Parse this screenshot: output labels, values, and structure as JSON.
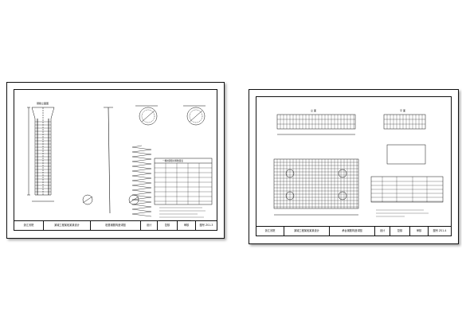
{
  "left_sheet": {
    "title_block": {
      "company": "浙江省院",
      "project": "某城工程某段某某设计",
      "drawing_title": "桩基钢筋构造详图",
      "design": "设计",
      "check": "复核",
      "review": "审核",
      "drawing_no": "图号 ZS1-3"
    },
    "notes": [
      "1.",
      "2.",
      "3.",
      "4.",
      "5."
    ]
  },
  "right_sheet": {
    "title_block": {
      "company": "浙江省院",
      "project": "某城工程某段某某设计",
      "drawing_title": "承台钢筋构造详图",
      "design": "设计",
      "check": "复核",
      "review": "审核",
      "drawing_no": "图号 ZS1-4"
    },
    "section_labels": [
      "立 面",
      "平 面"
    ],
    "notes": [
      "1.",
      "2."
    ]
  },
  "colors": {
    "line": "#111111",
    "paper": "#ffffff"
  }
}
